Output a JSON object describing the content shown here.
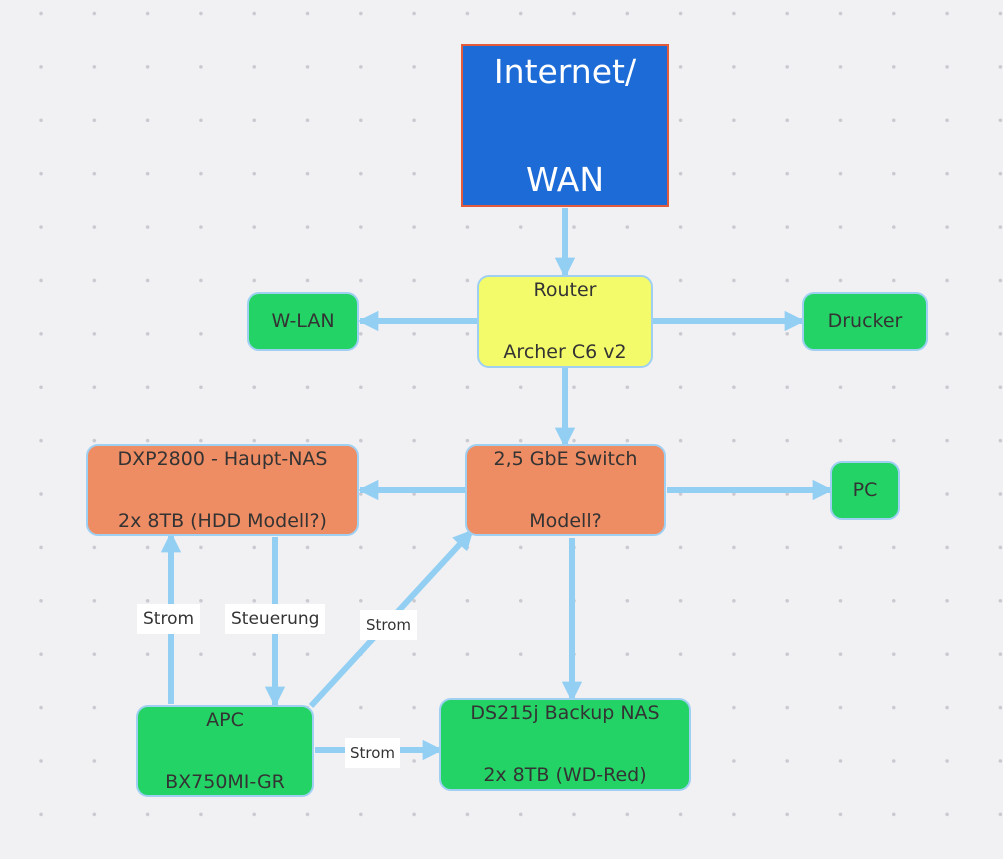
{
  "diagram": {
    "colors": {
      "edge": "#93cff2",
      "wan_fill": "#1d6bd6",
      "wan_border": "#e25b3c",
      "router_fill": "#f4fb6b",
      "device_green": "#24d366",
      "device_orange": "#ee8c63",
      "node_border": "#9fd0f2",
      "background": "#f1f1f4"
    },
    "nodes": {
      "wan": {
        "lines": [
          "Internet/",
          "WAN"
        ]
      },
      "router": {
        "lines": [
          "Router",
          "Archer C6 v2"
        ]
      },
      "wlan": {
        "lines": [
          "W-LAN"
        ]
      },
      "drucker": {
        "lines": [
          "Drucker"
        ]
      },
      "switch": {
        "lines": [
          "2,5 GbE Switch",
          "Modell?"
        ]
      },
      "dxp": {
        "lines": [
          "DXP2800 - Haupt-NAS",
          "2x 8TB (HDD Modell?)"
        ]
      },
      "pc": {
        "lines": [
          "PC"
        ]
      },
      "apc": {
        "lines": [
          "APC",
          "BX750MI-GR"
        ]
      },
      "ds215j": {
        "lines": [
          "DS215j Backup NAS",
          "2x 8TB (WD-Red)"
        ]
      }
    },
    "edges": [
      {
        "from": "wan",
        "to": "router",
        "label": ""
      },
      {
        "from": "router",
        "to": "wlan",
        "label": ""
      },
      {
        "from": "router",
        "to": "drucker",
        "label": ""
      },
      {
        "from": "router",
        "to": "switch",
        "label": ""
      },
      {
        "from": "switch",
        "to": "dxp",
        "label": ""
      },
      {
        "from": "switch",
        "to": "pc",
        "label": ""
      },
      {
        "from": "switch",
        "to": "ds215j",
        "label": ""
      },
      {
        "from": "apc",
        "to": "dxp",
        "label": "Strom"
      },
      {
        "from": "dxp",
        "to": "apc",
        "label": "Steuerung"
      },
      {
        "from": "apc",
        "to": "switch",
        "label": "Strom"
      },
      {
        "from": "apc",
        "to": "ds215j",
        "label": "Strom"
      }
    ]
  }
}
